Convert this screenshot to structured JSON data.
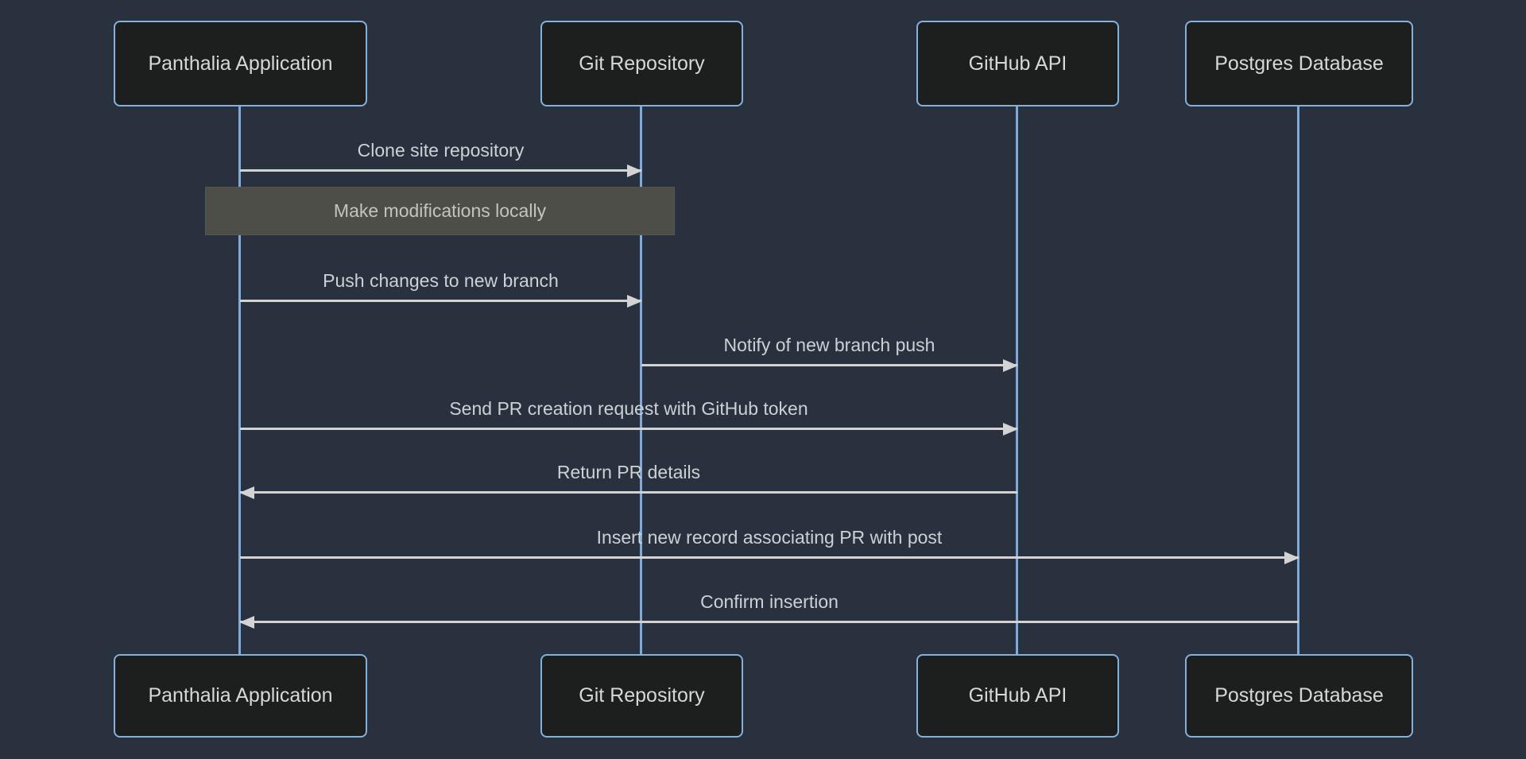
{
  "diagram": {
    "type": "sequence",
    "actors": [
      {
        "id": "panthalia",
        "label": "Panthalia Application"
      },
      {
        "id": "git",
        "label": "Git Repository"
      },
      {
        "id": "github",
        "label": "GitHub API"
      },
      {
        "id": "postgres",
        "label": "Postgres Database"
      }
    ],
    "messages": [
      {
        "from": "panthalia",
        "to": "git",
        "direction": "right",
        "text": "Clone site repository"
      },
      {
        "from": "panthalia",
        "to": "git",
        "direction": "right",
        "text": "Push changes to new branch"
      },
      {
        "from": "git",
        "to": "github",
        "direction": "right",
        "text": "Notify of new branch push"
      },
      {
        "from": "panthalia",
        "to": "github",
        "direction": "right",
        "text": "Send PR creation request with GitHub token"
      },
      {
        "from": "github",
        "to": "panthalia",
        "direction": "left",
        "text": "Return PR details"
      },
      {
        "from": "panthalia",
        "to": "postgres",
        "direction": "right",
        "text": "Insert new record associating PR with post"
      },
      {
        "from": "postgres",
        "to": "panthalia",
        "direction": "left",
        "text": "Confirm insertion"
      }
    ],
    "note": {
      "over": [
        "panthalia",
        "git"
      ],
      "text": "Make modifications locally"
    }
  },
  "colors": {
    "bg": "#2a313e",
    "actor-fill": "#1d1f1f",
    "actor-border": "#82b1db",
    "actor-text": "#d6d8d8",
    "lifeline": "#7ea9d8",
    "signal": "#d3d3d3",
    "msg-text": "#ccd1d5",
    "note-bg": "#4c4e47",
    "note-border": "#55574f",
    "note-text": "#c2c5be"
  }
}
